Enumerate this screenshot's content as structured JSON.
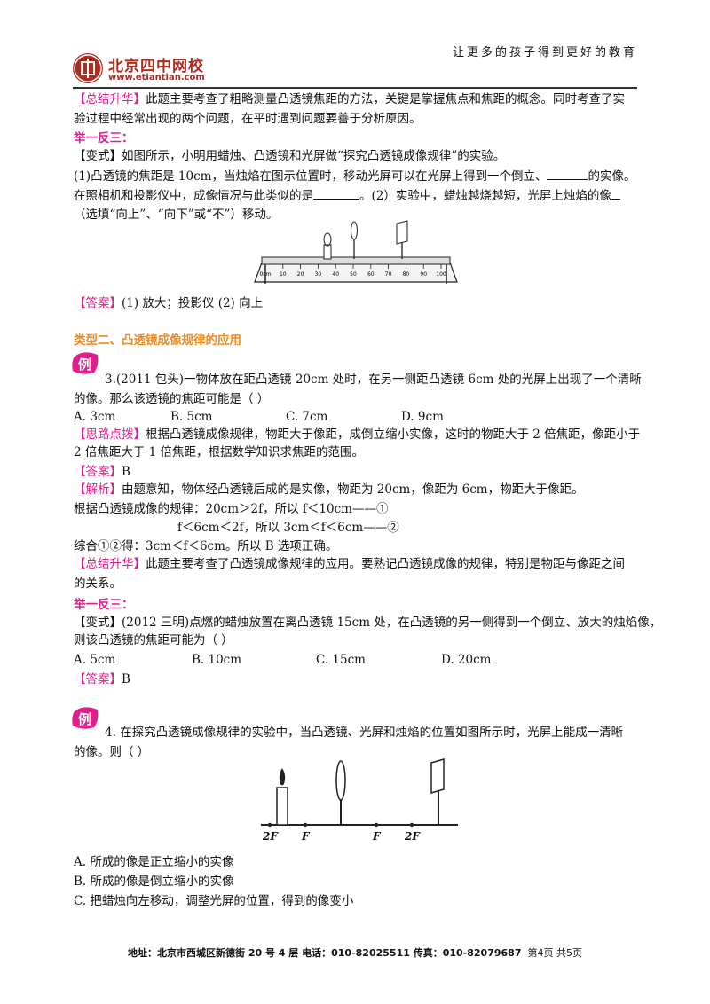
{
  "header": {
    "slogan": "让更多的孩子得到更好的教育",
    "logo_name": "北京四中网校",
    "logo_url": "www.etiantian.com"
  },
  "summary1": {
    "tag": "【总结升华】",
    "text1": "此题主要考查了粗略测量凸透镜焦距的方法，关键是掌握焦点和焦距的概念。同时考查了实",
    "text2": "验过程中经常出现的两个问题，在平时遇到问题要善于分析原因。"
  },
  "variant1": {
    "heading": "举一反三：",
    "line1": "【变式】如图所示，小明用蜡烛、凸透镜和光屏做“探究凸透镜成像规律”的实验。",
    "line2a": "(1)凸透镜的焦距是 10cm，当烛焰在图示位置时，移动光屏可以在光屏上得到一个倒立、",
    "line2b": "的实像。",
    "line3a": "在照相机和投影仪中，成像情况与此类似的是",
    "line3b": "。(2）实验中，蜡烛越烧越短，光屏上烛焰的像",
    "line4": "（选填“向上”、“向下”或“不”）移动。",
    "answer_tag": "【答案】",
    "answer": "(1) 放大；投影仪  (2) 向上"
  },
  "section2": {
    "title": "类型二、凸透镜成像规律的应用"
  },
  "example3": {
    "badge": "例",
    "line1": "3.(2011 包头)一物体放在距凸透镜 20cm 处时，在另一侧距凸透镜 6cm 处的光屏上出现了一个清晰",
    "line2": "的像。那么该透镜的焦距可能是（    ）",
    "options": [
      "A. 3cm",
      "B. 5cm",
      "C. 7cm",
      "D. 9cm"
    ],
    "hint_tag": "【思路点拨】",
    "hint1": "根据凸透镜成像规律，物距大于像距，成倒立缩小实像，这时的物距大于 2 倍焦距，像距小于",
    "hint2": "2 倍焦距大于 1 倍焦距，根据数学知识求焦距的范围。",
    "answer_tag": "【答案】",
    "answer": "B",
    "analysis_tag": "【解析】",
    "analysis1": "由题意知，物体经凸透镜后成的是实像，物距为 20cm，像距为 6cm，物距大于像距。",
    "analysis2": "根据凸透镜成像的规律：20cm＞2f，所以 f＜10cm——①",
    "analysis3": "f＜6cm＜2f，所以 3cm＜f＜6cm——②",
    "analysis4": "综合①②得：3cm＜f＜6cm。所以 B 选项正确。",
    "summary_tag": "【总结升华】",
    "summary1": "此题主要考查了凸透镜成像规律的应用。要熟记凸透镜成像的规律，特别是物距与像距之间",
    "summary2": "的关系。"
  },
  "variant2": {
    "heading": "举一反三：",
    "line1": "【变式】(2012 三明)点燃的蜡烛放置在离凸透镜 15cm 处，在凸透镜的另一侧得到一个倒立、放大的烛焰像，",
    "line2": "则该凸透镜的焦距可能为（    ）",
    "options": [
      "A. 5cm",
      "B. 10cm",
      "C. 15cm",
      "D. 20cm"
    ],
    "answer_tag": "【答案】",
    "answer": "B"
  },
  "example4": {
    "badge": "例",
    "line1": "4. 在探究凸透镜成像规律的实验中，当凸透镜、光屏和烛焰的位置如图所示时，光屏上能成一清晰",
    "line2": "的像。则（    ）",
    "figure_labels": [
      "2F",
      "F",
      "F",
      "2F"
    ],
    "options": [
      "A. 所成的像是正立缩小的实像",
      "B. 所成的像是倒立缩小的实像",
      "C. 把蜡烛向左移动，调整光屏的位置，得到的像变小"
    ]
  },
  "bench_ticks": [
    "0cm",
    "10",
    "20",
    "30",
    "40",
    "50",
    "60",
    "70",
    "80",
    "90",
    "100"
  ],
  "footer": {
    "address": "地址：北京市西城区新德街 20 号 4 层  电话：010-82025511  传真：010-82079687",
    "page": "第4页  共5页"
  },
  "colors": {
    "tag": "#e0208a",
    "section": "#f28a1f",
    "brand": "#b02a1d"
  }
}
